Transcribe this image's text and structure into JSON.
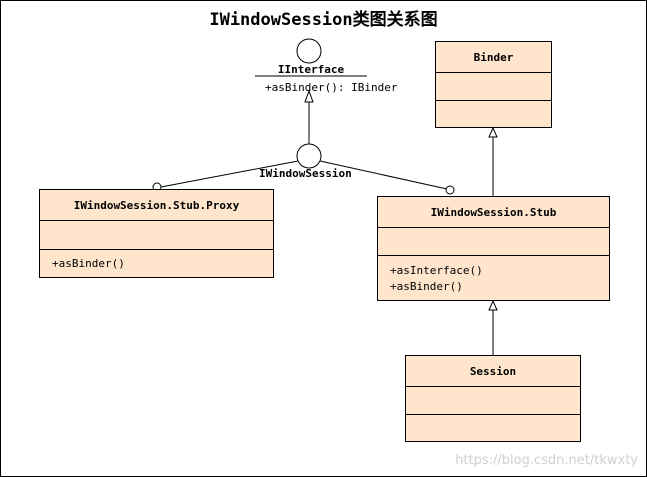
{
  "title": "IWindowSession类图关系图",
  "interface_iinterface": {
    "name": "IInterface",
    "operations": [
      "+asBinder(): IBinder"
    ]
  },
  "interface_iwindowsession": {
    "name": "IWindowSession"
  },
  "classes": {
    "binder": {
      "name": "Binder",
      "operations": []
    },
    "proxy": {
      "name": "IWindowSession.Stub.Proxy",
      "operations": [
        "+asBinder()"
      ]
    },
    "stub": {
      "name": "IWindowSession.Stub",
      "operations": [
        "+asInterface()",
        "+asBinder()"
      ]
    },
    "session": {
      "name": "Session",
      "operations": []
    }
  },
  "watermark": "https://blog.csdn.net/tkwxty",
  "colors": {
    "class_fill": "#fee5cc",
    "line": "#000000"
  }
}
